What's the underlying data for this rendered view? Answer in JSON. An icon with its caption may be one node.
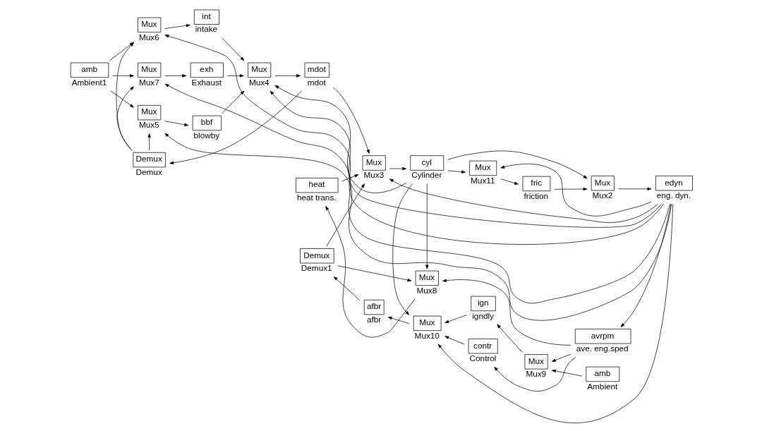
{
  "diagram": {
    "nodes": [
      {
        "text": [
          "amb"
        ],
        "beside": [
          "Ambient1"
        ]
      },
      {
        "text": [
          "Mux"
        ],
        "beside": [
          "Mux6"
        ]
      },
      {
        "text": [
          "int"
        ],
        "beside": [
          "intake"
        ]
      },
      {
        "text": [
          "Mux"
        ],
        "beside": [
          "Mux7"
        ]
      },
      {
        "text": [
          "exh"
        ],
        "beside": [
          "Exhaust"
        ]
      },
      {
        "text": [
          "Mux"
        ],
        "beside": [
          "Mux5"
        ]
      },
      {
        "text": [
          "bbf"
        ],
        "beside": [
          "blowby"
        ]
      },
      {
        "text": [
          "Demux"
        ],
        "beside": [
          "Demux"
        ]
      },
      {
        "text": [
          "Mux"
        ],
        "beside": [
          "Mux4"
        ]
      },
      {
        "text": [
          "mdot"
        ],
        "beside": [
          "mdot"
        ]
      },
      {
        "text": [
          "Demux"
        ],
        "beside": [
          "Demux1"
        ]
      },
      {
        "text": [
          "afbr"
        ],
        "beside": [
          "afbr"
        ]
      },
      {
        "text": [
          "Mux"
        ],
        "beside": [
          "Mux10"
        ]
      },
      {
        "text": [
          "ign"
        ],
        "beside": [
          "igndly"
        ]
      },
      {
        "text": [
          "Mux"
        ],
        "beside": [
          "Mux9"
        ]
      },
      {
        "text": [
          "amb"
        ],
        "beside": [
          "Ambient"
        ]
      },
      {
        "text": [
          "contr"
        ],
        "beside": [
          "Control"
        ]
      },
      {
        "text": [
          "avrpm"
        ],
        "beside": [
          "ave. eng.sped"
        ]
      },
      {
        "text": [
          "heat"
        ],
        "beside": [
          "heat trans."
        ]
      },
      {
        "text": [
          "Mux"
        ],
        "beside": [
          "Mux8"
        ]
      },
      {
        "text": [
          "Mux"
        ],
        "beside": [
          "Mux3"
        ]
      },
      {
        "text": [
          "cyl"
        ],
        "beside": [
          "Cylinder"
        ]
      },
      {
        "text": [
          "Mux"
        ],
        "beside": [
          "Mux2"
        ]
      },
      {
        "text": [
          "edyn"
        ],
        "beside": [
          "eng. dyn."
        ]
      },
      {
        "text": [
          "Mux"
        ],
        "beside": [
          "Mux11"
        ]
      },
      {
        "text": [
          "fric"
        ],
        "beside": [
          "friction"
        ]
      }
    ],
    "edges": [
      {
        "from": 0,
        "to": 1,
        "arrow": "to"
      },
      {
        "from": 0,
        "to": 3,
        "arrow": "to"
      },
      {
        "from": 0,
        "to": 5,
        "arrow": "to"
      },
      {
        "from": 7,
        "to": 1,
        "arrow": "to"
      },
      {
        "from": 7,
        "to": 3,
        "arrow": "to"
      },
      {
        "from": 7,
        "to": 5,
        "arrow": "to"
      },
      {
        "from": 23,
        "to": 1,
        "arrow": "to"
      },
      {
        "from": 23,
        "to": 3,
        "arrow": "to"
      },
      {
        "from": 23,
        "to": 5,
        "arrow": "to"
      },
      {
        "from": 1,
        "to": 2,
        "arrow": "to"
      },
      {
        "from": 3,
        "to": 4,
        "arrow": "to"
      },
      {
        "from": 5,
        "to": 6,
        "arrow": "to"
      },
      {
        "from": 21,
        "to": 8,
        "arrow": "to"
      },
      {
        "from": 2,
        "to": 8,
        "arrow": "to"
      },
      {
        "from": 4,
        "to": 8,
        "arrow": "to"
      },
      {
        "from": 6,
        "to": 8,
        "arrow": "to"
      },
      {
        "from": 23,
        "to": 8,
        "arrow": "to"
      },
      {
        "from": 8,
        "to": 9,
        "arrow": "to"
      },
      {
        "from": 9,
        "to": 20,
        "arrow": "to"
      },
      {
        "from": 9,
        "to": 7,
        "arrow": "to"
      },
      {
        "from": 18,
        "to": 20,
        "arrow": "to"
      },
      {
        "from": 10,
        "to": 20,
        "arrow": "to"
      },
      {
        "from": 23,
        "to": 20,
        "arrow": "to"
      },
      {
        "from": 10,
        "to": 19,
        "arrow": "to"
      },
      {
        "from": 20,
        "to": 21,
        "arrow": "to"
      },
      {
        "from": 21,
        "to": 22,
        "arrow": "to"
      },
      {
        "from": 21,
        "to": 24,
        "arrow": "to"
      },
      {
        "from": 21,
        "to": 19,
        "arrow": "to"
      },
      {
        "from": 21,
        "to": 12,
        "arrow": "to"
      },
      {
        "from": 23,
        "to": 24,
        "arrow": "to"
      },
      {
        "from": 24,
        "to": 25,
        "arrow": "to"
      },
      {
        "from": 25,
        "to": 22,
        "arrow": "to"
      },
      {
        "from": 22,
        "to": 23,
        "arrow": "to"
      },
      {
        "from": 23,
        "to": 17,
        "arrow": "to"
      },
      {
        "from": 23,
        "to": 12,
        "arrow": "to"
      },
      {
        "from": 17,
        "to": 16,
        "arrow": "to"
      },
      {
        "from": 17,
        "to": 14,
        "arrow": "to"
      },
      {
        "from": 17,
        "to": 19,
        "arrow": "to"
      },
      {
        "from": 15,
        "to": 14,
        "arrow": "to"
      },
      {
        "from": 14,
        "to": 13,
        "arrow": "to"
      },
      {
        "from": 13,
        "to": 12,
        "arrow": "to"
      },
      {
        "from": 16,
        "to": 12,
        "arrow": "to"
      },
      {
        "from": 12,
        "to": 11,
        "arrow": "to"
      },
      {
        "from": 11,
        "to": 10,
        "arrow": "to"
      },
      {
        "from": 19,
        "to": 18,
        "arrow": "to"
      }
    ]
  }
}
